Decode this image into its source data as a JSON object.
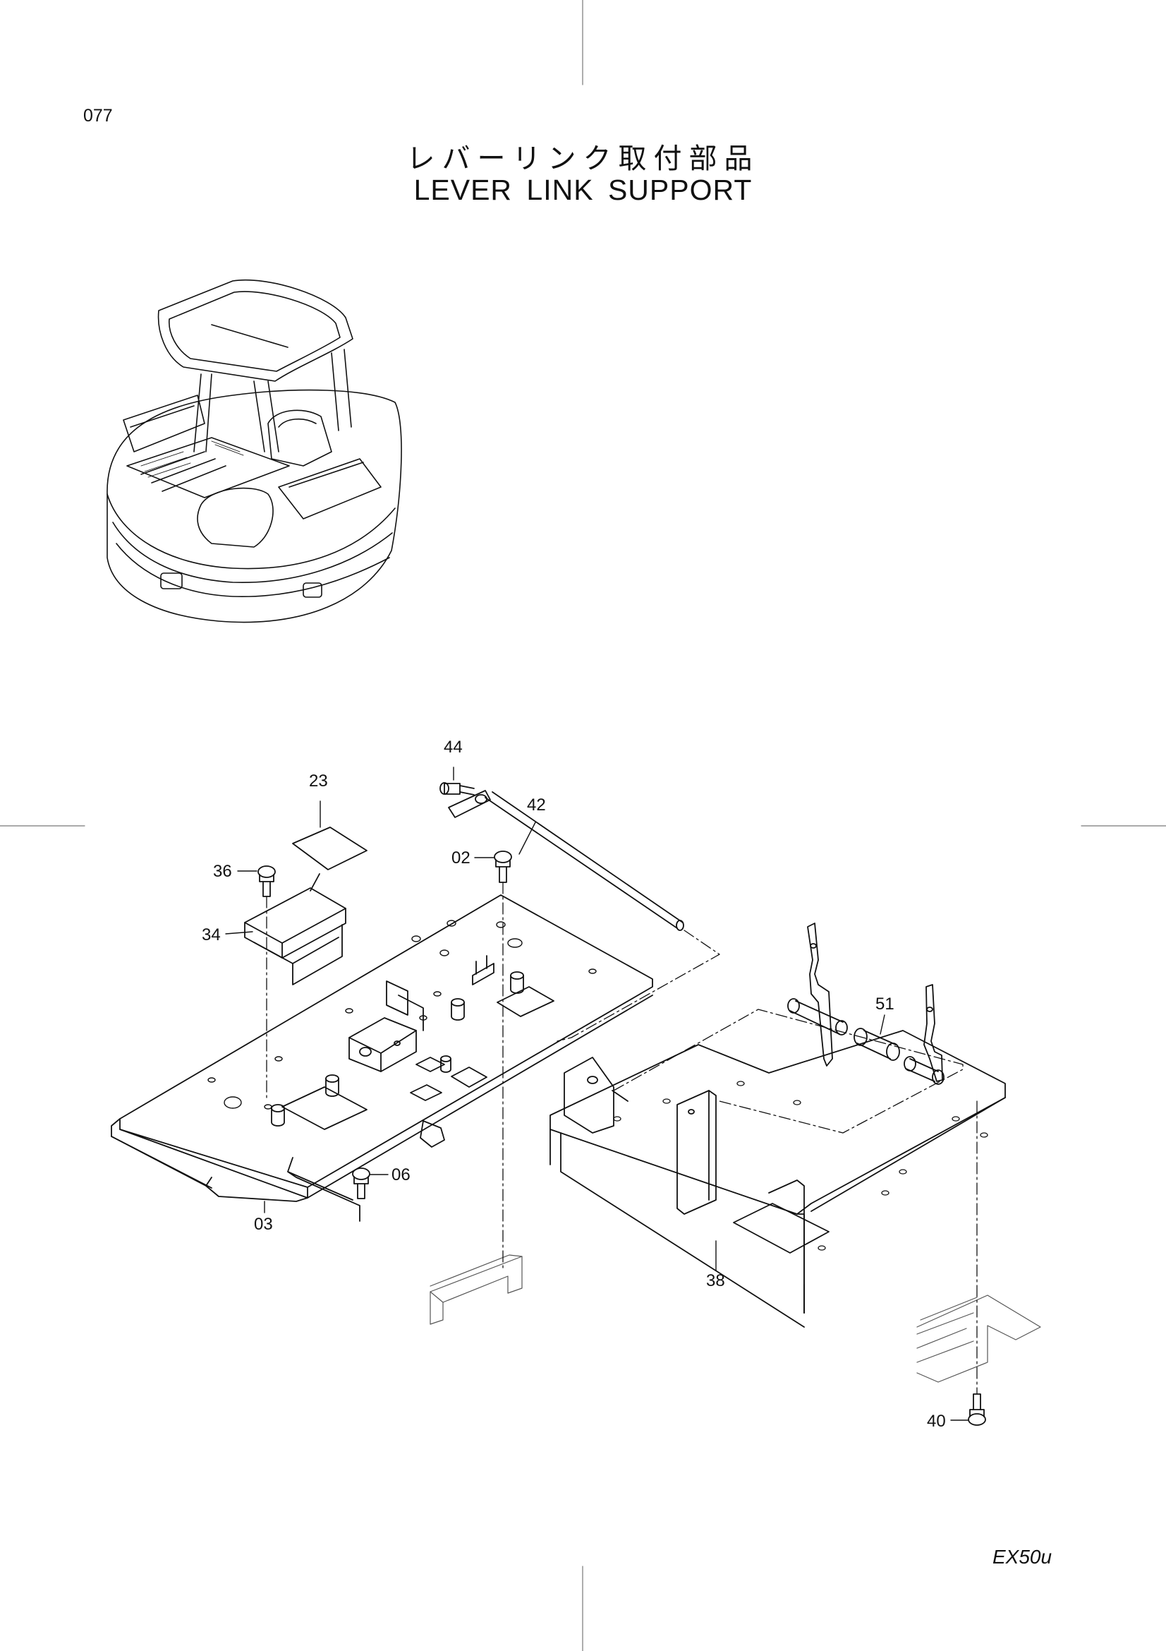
{
  "page_number": "077",
  "title_ja": "レバーリンク取付部品",
  "title_en": "LEVER LINK SUPPORT",
  "model": "EX50u",
  "part_callouts": [
    {
      "id": "c44",
      "label": "44"
    },
    {
      "id": "c23",
      "label": "23"
    },
    {
      "id": "c42",
      "label": "42"
    },
    {
      "id": "c36",
      "label": "36"
    },
    {
      "id": "c02",
      "label": "02"
    },
    {
      "id": "c34",
      "label": "34"
    },
    {
      "id": "c51",
      "label": "51"
    },
    {
      "id": "c06",
      "label": "06"
    },
    {
      "id": "c03",
      "label": "03"
    },
    {
      "id": "c38",
      "label": "38"
    },
    {
      "id": "c40",
      "label": "40"
    }
  ]
}
